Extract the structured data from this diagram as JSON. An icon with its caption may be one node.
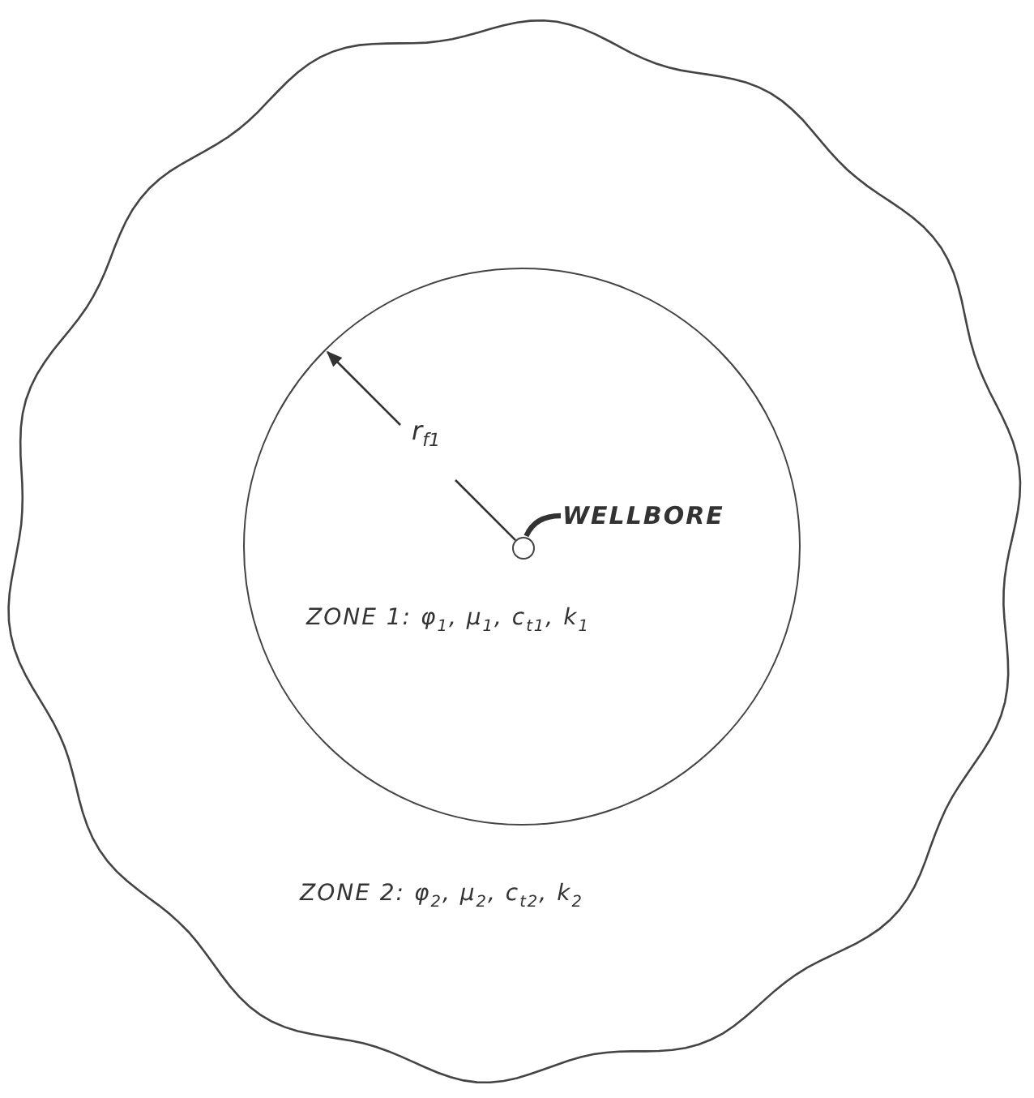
{
  "diagram": {
    "nodes": [
      {
        "text": [
          "ZONE 2: φ$_{2}$, μ$_{2}$, c$_{t2}$, k$_{2}$"
        ]
      },
      {
        "text": [
          "ZONE 1: φ$_{1}$, μ$_{1}$, c$_{t1}$, k$_{1}$"
        ],
        "in": 0
      },
      {
        "text": [],
        "shape": "circle",
        "in": 1
      },
      {
        "text": [
          "WELLBORE"
        ],
        "in": 1
      }
    ],
    "edges": [
      {
        "from": 3,
        "to": 2,
        "arrow": "none"
      }
    ],
    "labels": [
      "r$_{f1}$"
    ]
  }
}
